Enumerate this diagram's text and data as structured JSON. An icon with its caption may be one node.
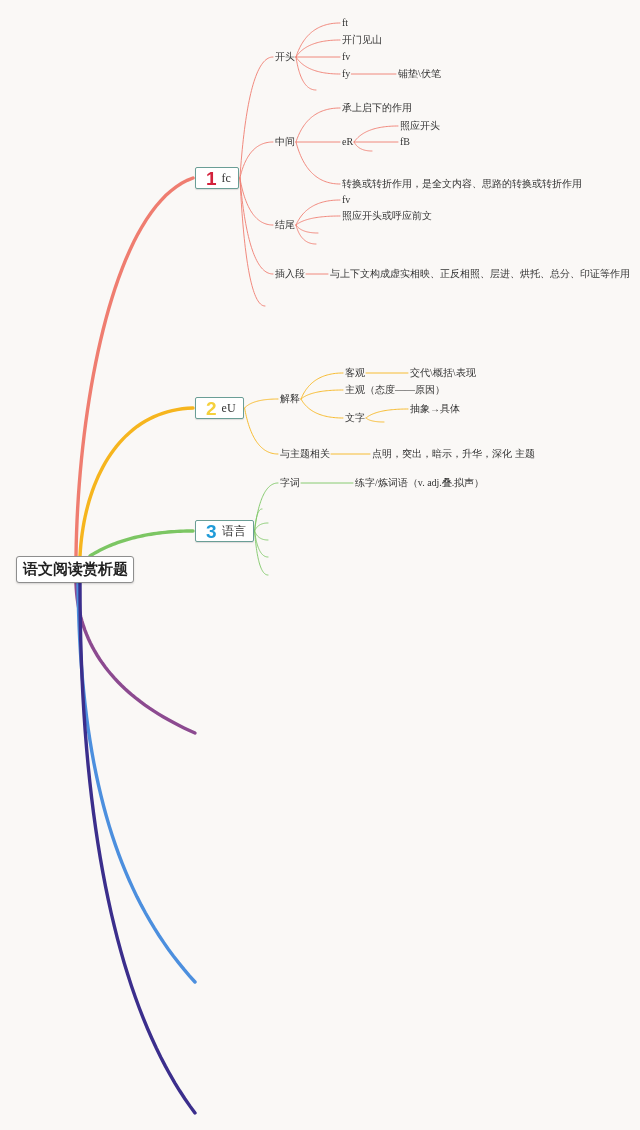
{
  "diagram": {
    "nodes": [
      {
        "text": [
          "语文阅读赏析题"
        ]
      },
      {
        "text": [
          "1",
          "fc"
        ]
      },
      {
        "text": [
          "开头"
        ]
      },
      {
        "text": [
          "ft"
        ]
      },
      {
        "text": [
          "开门见山"
        ]
      },
      {
        "text": [
          "fv"
        ]
      },
      {
        "text": [
          "fy"
        ]
      },
      {
        "text": [
          "铺垫\\伏笔"
        ]
      },
      {
        "text": [
          "中间"
        ]
      },
      {
        "text": [
          "承上启下的作用"
        ]
      },
      {
        "text": [
          "eR"
        ]
      },
      {
        "text": [
          "照应开头"
        ]
      },
      {
        "text": [
          "fB"
        ]
      },
      {
        "text": [
          "转换或转折作用，是全文内容、思路的转换或转折作用"
        ]
      },
      {
        "text": [
          "结尾"
        ]
      },
      {
        "text": [
          "fv"
        ]
      },
      {
        "text": [
          "照应开头或呼应前文"
        ]
      },
      {
        "text": [
          "插入段"
        ]
      },
      {
        "text": [
          "与上下文构成虚实相映、正反相照、层进、烘托、总分、印证等作用"
        ]
      },
      {
        "text": [
          "2",
          "eU"
        ]
      },
      {
        "text": [
          "解释"
        ]
      },
      {
        "text": [
          "客观"
        ]
      },
      {
        "text": [
          "交代\\概括\\表现"
        ]
      },
      {
        "text": [
          "主观（态度——原因）"
        ]
      },
      {
        "text": [
          "文字"
        ]
      },
      {
        "text": [
          "抽象→具体"
        ]
      },
      {
        "text": [
          "与主题相关"
        ]
      },
      {
        "text": [
          "点明，突出，暗示，升华，深化 主题"
        ]
      },
      {
        "text": [
          "3",
          "语言"
        ]
      },
      {
        "text": [
          "字词"
        ]
      },
      {
        "text": [
          "练字/炼词语（v. adj.叠.拟声）"
        ]
      }
    ],
    "edges": [
      {
        "from": 0,
        "to": 1,
        "arrow": "none",
        "style": "thick"
      },
      {
        "from": 1,
        "to": 2,
        "arrow": "none"
      },
      {
        "from": 1,
        "to": 8,
        "arrow": "none"
      },
      {
        "from": 1,
        "to": 14,
        "arrow": "none"
      },
      {
        "from": 1,
        "to": 17,
        "arrow": "none"
      },
      {
        "from": 1,
        "to": null,
        "arrow": "none"
      },
      {
        "from": 2,
        "to": 3,
        "arrow": "none"
      },
      {
        "from": 2,
        "to": 4,
        "arrow": "none"
      },
      {
        "from": 2,
        "to": 5,
        "arrow": "none"
      },
      {
        "from": 2,
        "to": 6,
        "arrow": "none"
      },
      {
        "from": 2,
        "to": null,
        "arrow": "none"
      },
      {
        "from": 6,
        "to": 7,
        "arrow": "none"
      },
      {
        "from": 8,
        "to": 9,
        "arrow": "none"
      },
      {
        "from": 8,
        "to": 10,
        "arrow": "none"
      },
      {
        "from": 8,
        "to": 13,
        "arrow": "none"
      },
      {
        "from": 10,
        "to": 11,
        "arrow": "none"
      },
      {
        "from": 10,
        "to": 12,
        "arrow": "none"
      },
      {
        "from": 10,
        "to": null,
        "arrow": "none"
      },
      {
        "from": 14,
        "to": 15,
        "arrow": "none"
      },
      {
        "from": 14,
        "to": 16,
        "arrow": "none"
      },
      {
        "from": 14,
        "to": null,
        "arrow": "none"
      },
      {
        "from": 14,
        "to": null,
        "arrow": "none"
      },
      {
        "from": 17,
        "to": 18,
        "arrow": "none"
      },
      {
        "from": 0,
        "to": 19,
        "arrow": "none",
        "style": "thick",
        "color": "#f6b51e"
      },
      {
        "from": 19,
        "to": 20,
        "arrow": "none",
        "color": "#f6b51e"
      },
      {
        "from": 19,
        "to": 26,
        "arrow": "none",
        "color": "#f6b51e"
      },
      {
        "from": 20,
        "to": 21,
        "arrow": "none",
        "color": "#f6b51e"
      },
      {
        "from": 20,
        "to": 23,
        "arrow": "none",
        "color": "#f6b51e"
      },
      {
        "from": 20,
        "to": 24,
        "arrow": "none",
        "color": "#f6b51e"
      },
      {
        "from": 21,
        "to": 22,
        "arrow": "none",
        "color": "#f6b51e"
      },
      {
        "from": 24,
        "to": 25,
        "arrow": "none",
        "color": "#f6b51e"
      },
      {
        "from": 24,
        "to": null,
        "arrow": "none",
        "color": "#f6b51e"
      },
      {
        "from": 26,
        "to": 27,
        "arrow": "none",
        "color": "#f6b51e"
      },
      {
        "from": 0,
        "to": 28,
        "arrow": "none",
        "style": "thick",
        "color": "#7cc663"
      },
      {
        "from": 28,
        "to": 29,
        "arrow": "none",
        "color": "#7cc663"
      },
      {
        "from": 28,
        "to": null,
        "arrow": "none",
        "color": "#7cc663"
      },
      {
        "from": 28,
        "to": null,
        "arrow": "none",
        "color": "#7cc663"
      },
      {
        "from": 28,
        "to": null,
        "arrow": "none",
        "color": "#7cc663"
      },
      {
        "from": 28,
        "to": null,
        "arrow": "none",
        "color": "#7cc663"
      },
      {
        "from": 28,
        "to": null,
        "arrow": "none",
        "color": "#7cc663"
      },
      {
        "from": 29,
        "to": 30,
        "arrow": "none",
        "color": "#7cc663"
      },
      {
        "from": 0,
        "to": null,
        "arrow": "none",
        "style": "thick",
        "color": "#8c4a90"
      },
      {
        "from": 0,
        "to": null,
        "arrow": "none",
        "style": "thick",
        "color": "#4c8fde"
      },
      {
        "from": 0,
        "to": null,
        "arrow": "none",
        "style": "thick",
        "color": "#3b2e8c"
      }
    ]
  }
}
